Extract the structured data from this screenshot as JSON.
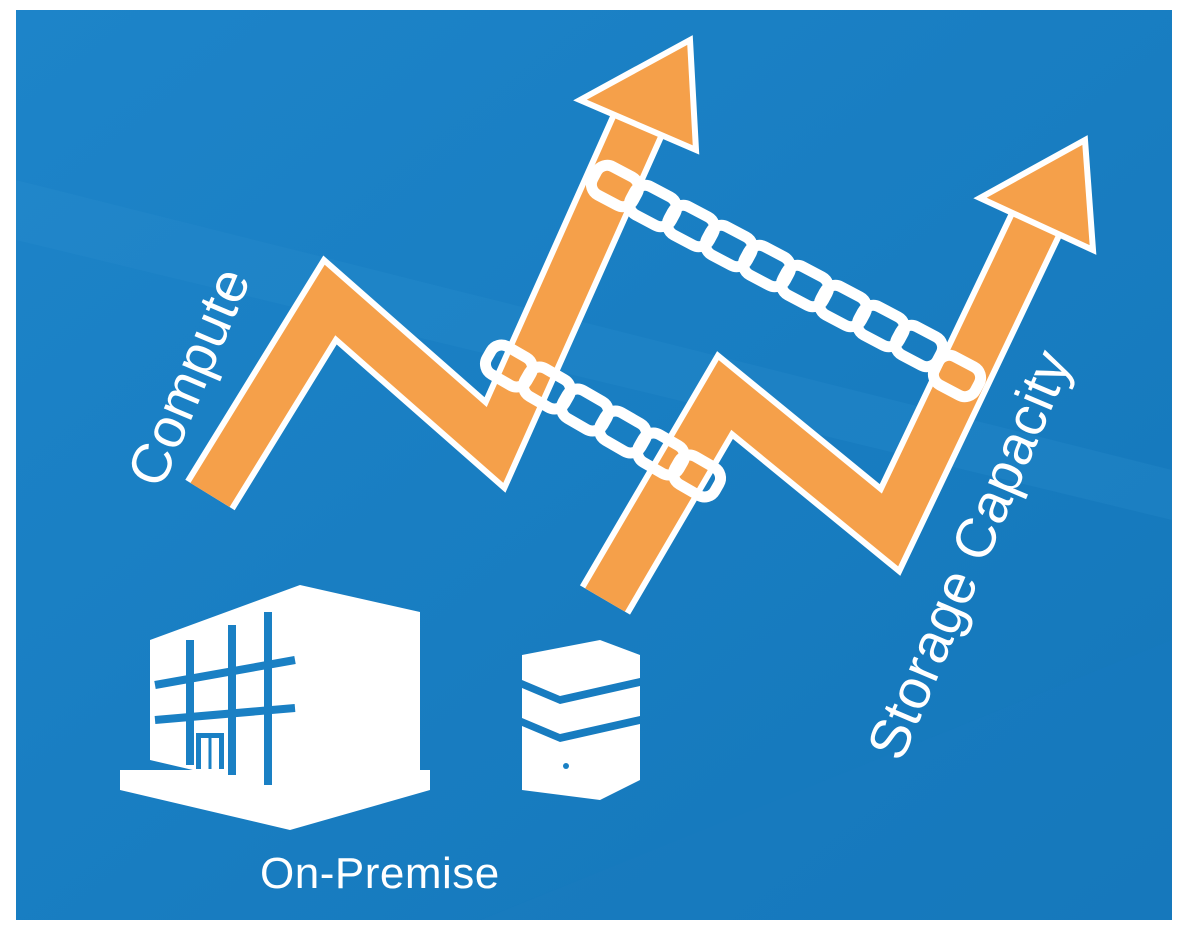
{
  "labels": {
    "compute": "Compute",
    "storage": "Storage Capacity",
    "on_premise": "On-Premise"
  },
  "icons": {
    "building": "office-building-icon",
    "server": "server-stack-icon",
    "chain": "chain-link-icon"
  },
  "colors": {
    "background": "#1a80c4",
    "arrow": "#f5a04a",
    "white": "#ffffff"
  }
}
